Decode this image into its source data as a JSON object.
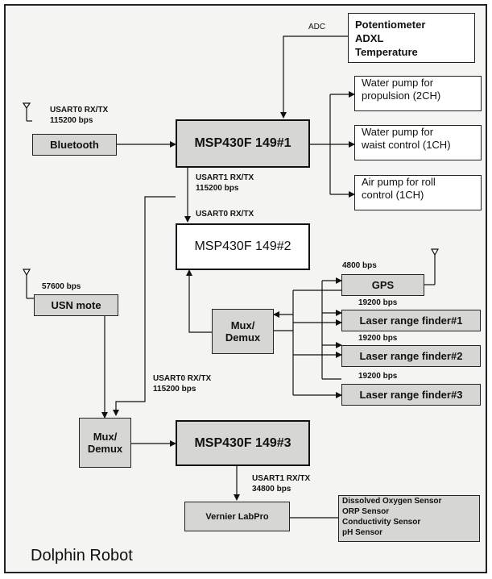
{
  "title": "Dolphin Robot",
  "blocks": {
    "sensors_top": [
      "Potentiometer",
      "ADXL",
      "Temperature"
    ],
    "pump_propulsion": [
      "Water pump for",
      "propulsion (2CH)"
    ],
    "pump_waist": [
      "Water pump for",
      "waist control (1CH)"
    ],
    "pump_roll": [
      "Air pump for roll",
      "control (1CH)"
    ],
    "bluetooth": "Bluetooth",
    "msp1": "MSP430F 149#1",
    "msp2": "MSP430F 149#2",
    "msp3": "MSP430F 149#3",
    "usn_mote": "USN mote",
    "mux_top": [
      "Mux/",
      "Demux"
    ],
    "mux_bottom": [
      "Mux/",
      "Demux"
    ],
    "gps": "GPS",
    "laser1": "Laser range finder#1",
    "laser2": "Laser range finder#2",
    "laser3": "Laser range finder#3",
    "labpro": "Vernier LabPro",
    "water_sensors": [
      "Dissolved Oxygen Sensor",
      "ORP Sensor",
      "Conductivity Sensor",
      "pH Sensor"
    ]
  },
  "labels": {
    "adc": "ADC",
    "bt_link": [
      "USART0 RX/TX",
      "115200 bps"
    ],
    "msp1_msp2_link": [
      "USART1 RX/TX",
      "115200 bps"
    ],
    "msp2_link": "USART0 RX/TX",
    "usn_rate": "57600 bps",
    "gps_rate": "4800 bps",
    "laser1_rate": "19200 bps",
    "laser2_rate": "19200 bps",
    "laser3_rate": "19200 bps",
    "mux_link": [
      "USART0 RX/TX",
      "115200 bps"
    ],
    "labpro_link": [
      "USART1 RX/TX",
      "34800 bps"
    ]
  }
}
